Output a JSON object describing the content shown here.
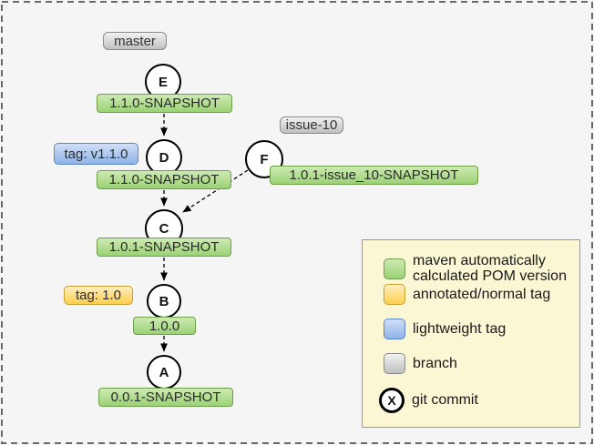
{
  "graph": {
    "branches": {
      "master": "master",
      "issue10": "issue-10"
    },
    "tags": {
      "lightweight": "tag: v1.1.0",
      "annotated": "tag: 1.0"
    },
    "commits": {
      "e": "E",
      "d": "D",
      "f": "F",
      "c": "C",
      "b": "B",
      "a": "A"
    },
    "versions": {
      "e": "1.1.0-SNAPSHOT",
      "d": "1.1.0-SNAPSHOT",
      "f": "1.0.1-issue_10-SNAPSHOT",
      "c": "1.0.1-SNAPSHOT",
      "b": "1.0.0",
      "a": "0.0.1-SNAPSHOT"
    }
  },
  "legend": {
    "items": [
      {
        "key": "maven-version",
        "swatch": "green",
        "label": "maven automatically calculated POM version"
      },
      {
        "key": "annotated-tag",
        "swatch": "orange",
        "label": "annotated/normal tag"
      },
      {
        "key": "lightweight-tag",
        "swatch": "blue",
        "label": "lightweight tag"
      },
      {
        "key": "branch",
        "swatch": "gray",
        "label": "branch"
      },
      {
        "key": "git-commit",
        "swatch": "commit-circle",
        "glyph": "X",
        "label": "git commit"
      }
    ]
  },
  "colors": {
    "canvas_background": "#f5f5f5",
    "version_green_fill": "#9bd275",
    "version_green_border": "#6f9e49",
    "annotated_tag_fill": "#fccf4d",
    "lightweight_tag_fill": "#8fb4e8",
    "branch_fill": "#c0c0c0",
    "legend_background": "#fbf6d3",
    "edge_color": "#000000",
    "border_dash_color": "#6a6a6a"
  }
}
